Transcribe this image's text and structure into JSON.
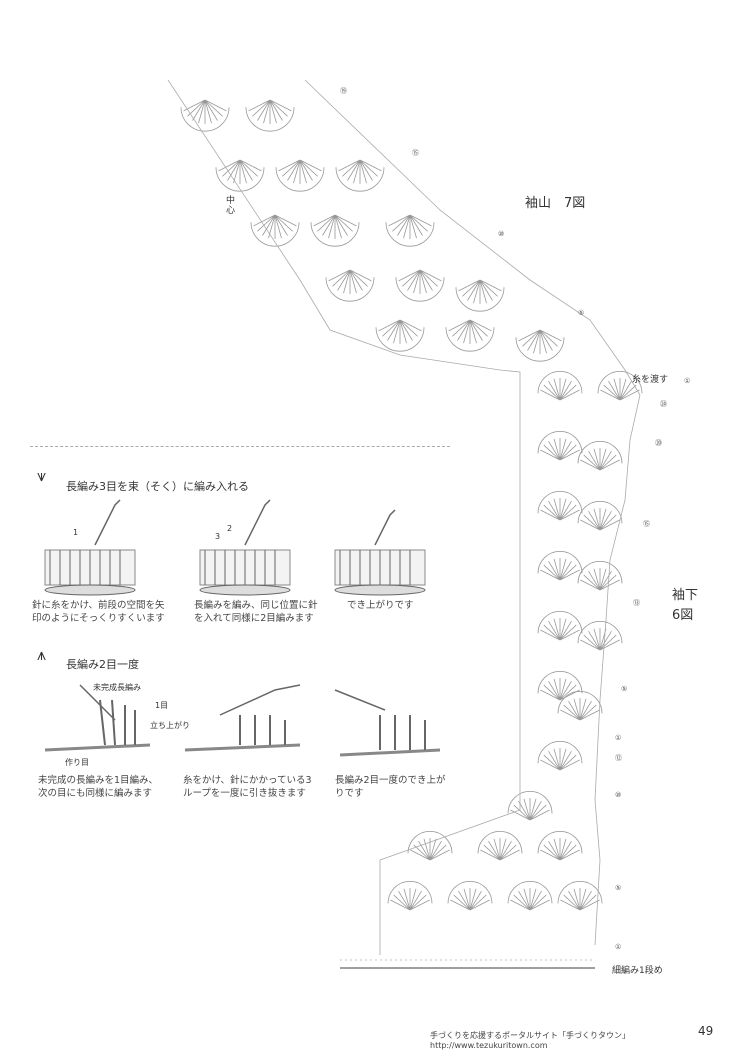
{
  "chart_titles": {
    "sleeve_cap": "袖山　7図",
    "sleeve_body_1": "袖下",
    "sleeve_body_2": "6図",
    "center": "中心"
  },
  "row_markers": {
    "cap_top": "⑲",
    "cap_15": "⑮",
    "cap_10": "⑩",
    "cap_5": "⑤",
    "join": "糸を渡す",
    "body_1": "①",
    "body_24": "㉔",
    "body_20": "⑳",
    "body_15": "⑮",
    "body_13": "⑬",
    "body_5": "⑤",
    "body_1b": "①",
    "body_12": "⑫",
    "body_10": "⑩",
    "body_5b": "⑤",
    "body_1c": "①",
    "base_row": "細編み1段め"
  },
  "technique1": {
    "symbol": "⩛",
    "title": "長編み3目を束（そく）に編み入れる",
    "step_numbers": [
      "1",
      "3",
      "2"
    ],
    "caption1": "針に糸をかけ、前段の空間を矢\n印のようにそっくりすくいます",
    "caption2": "長編みを編み、同じ位置に針\nを入れて同様に2目編みます",
    "caption3": "でき上がりです"
  },
  "technique2": {
    "symbol": "⩚",
    "title": "長編み2目一度",
    "label_incomplete": "未完成長編み",
    "label_first": "1目",
    "label_rise": "立ち上がり",
    "label_foundation": "作り目",
    "caption1": "未完成の長編みを1目編み、\n次の目にも同様に編みます",
    "caption2": "糸をかけ、針にかかっている3\nループを一度に引き抜きます",
    "caption3": "長編み2目一度のでき上が\nりです"
  },
  "footer": {
    "text": "手づくりを応援するポータルサイト「手づくりタウン」　http://www.tezukuritown.com",
    "page": "49"
  }
}
